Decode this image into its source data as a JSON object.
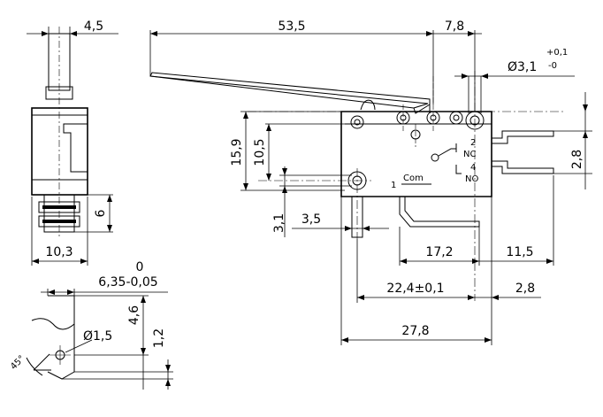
{
  "dimensions": {
    "side_width_top": "4,5",
    "side_width_bottom": "10,3",
    "side_height_6": "6",
    "lever_length": "53,5",
    "lever_offset": "7,8",
    "hole_dia": "Ø3,1",
    "hole_tol_plus": "+0,1",
    "hole_tol_minus": "-0",
    "height_15_9": "15,9",
    "height_10_5": "10,5",
    "height_2_8_right": "2,8",
    "dim_3_1": "3,1",
    "dim_3_5": "3,5",
    "dim_17_2": "17,2",
    "dim_11_5": "11,5",
    "dim_22_4": "22,4±0,1",
    "dim_2_8_bottom": "2,8",
    "dim_27_8": "27,8",
    "tab_width": "6,35-0,05",
    "tab_tol_top": "0",
    "tab_hole": "Ø1,5",
    "tab_4_6": "4,6",
    "tab_1_2": "1,2",
    "tab_angle": "45°"
  },
  "terminals": {
    "t1": "1",
    "t2": "2",
    "t4": "4",
    "com": "Com",
    "nc": "NC",
    "no": "NO"
  }
}
